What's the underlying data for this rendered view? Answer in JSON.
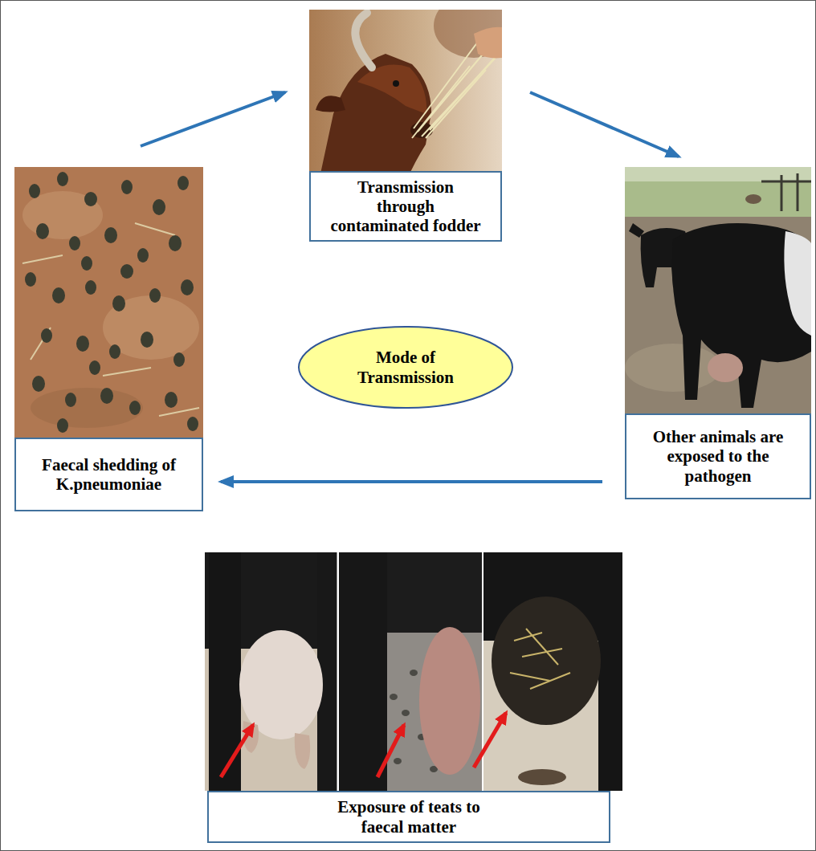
{
  "diagram": {
    "nodes": [
      {
        "text": [
          "Transmission through contaminated fodder"
        ]
      },
      {
        "text": [
          "Faecal shedding of K.pneumoniae"
        ]
      },
      {
        "text": [
          "Mode of Transmission"
        ]
      },
      {
        "text": [
          "Other animals are exposed to the pathogen"
        ]
      },
      {
        "text": [
          "Exposure of teats to faecal matter"
        ]
      }
    ],
    "edges": [
      {
        "from": 1,
        "to": 0,
        "arrow": "to"
      },
      {
        "from": 0,
        "to": 3,
        "arrow": "to"
      },
      {
        "from": 3,
        "to": 1,
        "arrow": "to"
      }
    ]
  }
}
